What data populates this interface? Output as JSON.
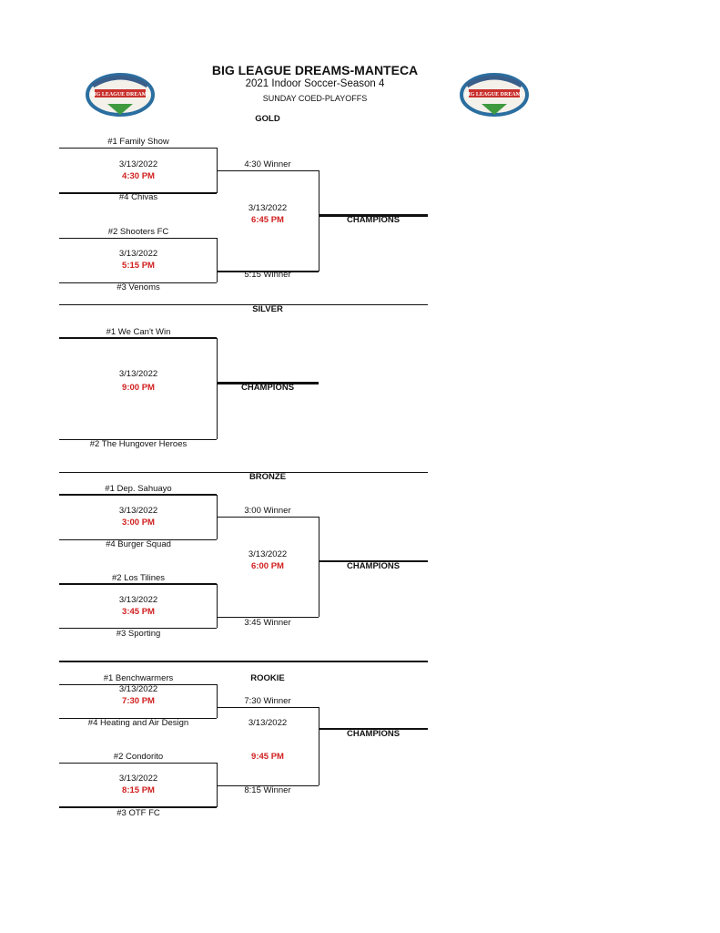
{
  "header": {
    "title": "BIG LEAGUE DREAMS-MANTECA",
    "subtitle": "2021 Indoor Soccer-Season 4",
    "division": "SUNDAY COED-PLAYOFFS",
    "logo_text": "BIG LEAGUE DREAMS"
  },
  "colors": {
    "time": "#d0201f",
    "line": "#111111"
  },
  "gold": {
    "title": "GOLD",
    "team1": "#1 Family Show",
    "team4": "#4 Chivas",
    "team2": "#2 Shooters FC",
    "team3": "#3 Venoms",
    "game1": {
      "date": "3/13/2022",
      "time": "4:30 PM"
    },
    "game2": {
      "date": "3/13/2022",
      "time": "5:15 PM"
    },
    "winner1": "4:30 Winner",
    "winner2": "5:15 Winner",
    "final": {
      "date": "3/13/2022",
      "time": "6:45 PM"
    },
    "champions": "CHAMPIONS"
  },
  "silver": {
    "title": "SILVER",
    "team1": "#1 We Can't Win",
    "team2": "#2 The Hungover Heroes",
    "final": {
      "date": "3/13/2022",
      "time": "9:00 PM"
    },
    "champions": "CHAMPIONS"
  },
  "bronze": {
    "title": "BRONZE",
    "team1": "#1 Dep. Sahuayo",
    "team4": "#4 Burger Squad",
    "team2": "#2  Los Tilines",
    "team3": "#3  Sporting",
    "game1": {
      "date": "3/13/2022",
      "time": "3:00 PM"
    },
    "game2": {
      "date": "3/13/2022",
      "time": "3:45 PM"
    },
    "winner1": "3:00 Winner",
    "winner2": "3:45 Winner",
    "final": {
      "date": "3/13/2022",
      "time": "6:00 PM"
    },
    "champions": "CHAMPIONS"
  },
  "rookie": {
    "title": "ROOKIE",
    "team1": "#1 Benchwarmers",
    "team4": "#4 Heating and Air Design",
    "team2": "#2 Condorito",
    "team3": "#3 OTF FC",
    "game1": {
      "date": "3/13/2022",
      "time": "7:30 PM"
    },
    "game2": {
      "date": "3/13/2022",
      "time": "8:15 PM"
    },
    "winner1": "7:30 Winner",
    "winner2": "8:15 Winner",
    "final": {
      "date": "3/13/2022",
      "time": "9:45 PM"
    },
    "champions": "CHAMPIONS"
  }
}
